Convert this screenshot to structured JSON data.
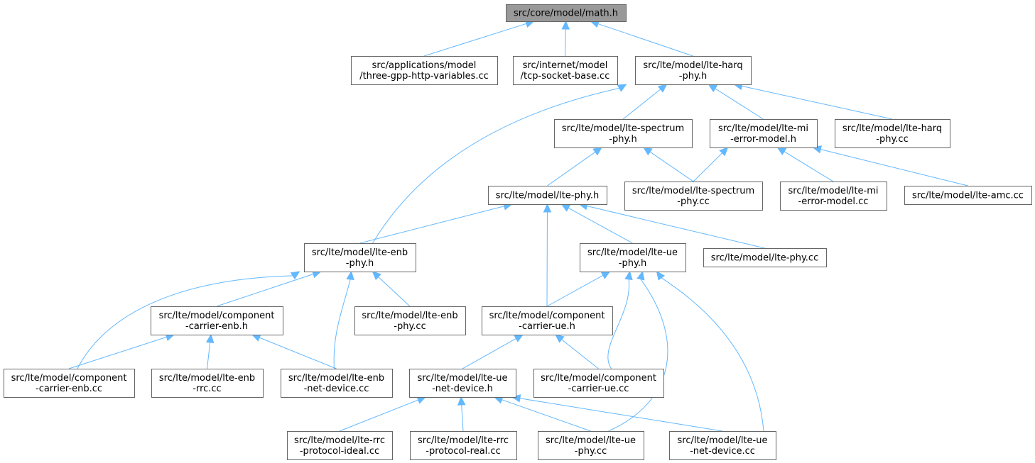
{
  "colors": {
    "edge": "#63b8ff",
    "node_border": "#666666",
    "root_fill": "#999999",
    "node_fill": "#ffffff",
    "text": "#000000"
  },
  "graph": {
    "root": "n0",
    "nodes": [
      {
        "id": "n0",
        "lines": [
          "src/core/model/math.h"
        ],
        "root": true
      },
      {
        "id": "n1",
        "lines": [
          "src/applications/model",
          "/three-gpp-http-variables.cc"
        ]
      },
      {
        "id": "n2",
        "lines": [
          "src/internet/model",
          "/tcp-socket-base.cc"
        ]
      },
      {
        "id": "n3",
        "lines": [
          "src/lte/model/lte-harq",
          "-phy.h"
        ]
      },
      {
        "id": "n4",
        "lines": [
          "src/lte/model/lte-spectrum",
          "-phy.h"
        ]
      },
      {
        "id": "n5",
        "lines": [
          "src/lte/model/lte-mi",
          "-error-model.h"
        ]
      },
      {
        "id": "n6",
        "lines": [
          "src/lte/model/lte-harq",
          "-phy.cc"
        ]
      },
      {
        "id": "n7",
        "lines": [
          "src/lte/model/lte-phy.h"
        ]
      },
      {
        "id": "n8",
        "lines": [
          "src/lte/model/lte-spectrum",
          "-phy.cc"
        ]
      },
      {
        "id": "n9",
        "lines": [
          "src/lte/model/lte-mi",
          "-error-model.cc"
        ]
      },
      {
        "id": "n10",
        "lines": [
          "src/lte/model/lte-amc.cc"
        ]
      },
      {
        "id": "n11",
        "lines": [
          "src/lte/model/lte-enb",
          "-phy.h"
        ]
      },
      {
        "id": "n12",
        "lines": [
          "src/lte/model/lte-ue",
          "-phy.h"
        ]
      },
      {
        "id": "n13",
        "lines": [
          "src/lte/model/lte-phy.cc"
        ]
      },
      {
        "id": "n14",
        "lines": [
          "src/lte/model/component",
          "-carrier-enb.h"
        ]
      },
      {
        "id": "n15",
        "lines": [
          "src/lte/model/lte-enb",
          "-phy.cc"
        ]
      },
      {
        "id": "n16",
        "lines": [
          "src/lte/model/component",
          "-carrier-ue.h"
        ]
      },
      {
        "id": "n17",
        "lines": [
          "src/lte/model/component",
          "-carrier-enb.cc"
        ]
      },
      {
        "id": "n18",
        "lines": [
          "src/lte/model/lte-enb",
          "-rrc.cc"
        ]
      },
      {
        "id": "n19",
        "lines": [
          "src/lte/model/lte-enb",
          "-net-device.cc"
        ]
      },
      {
        "id": "n20",
        "lines": [
          "src/lte/model/lte-ue",
          "-net-device.h"
        ]
      },
      {
        "id": "n21",
        "lines": [
          "src/lte/model/component",
          "-carrier-ue.cc"
        ]
      },
      {
        "id": "n22",
        "lines": [
          "src/lte/model/lte-rrc",
          "-protocol-ideal.cc"
        ]
      },
      {
        "id": "n23",
        "lines": [
          "src/lte/model/lte-rrc",
          "-protocol-real.cc"
        ]
      },
      {
        "id": "n24",
        "lines": [
          "src/lte/model/lte-ue",
          "-phy.cc"
        ]
      },
      {
        "id": "n25",
        "lines": [
          "src/lte/model/lte-ue",
          "-net-device.cc"
        ]
      }
    ],
    "edges": [
      {
        "from": "n1",
        "to": "n0"
      },
      {
        "from": "n2",
        "to": "n0"
      },
      {
        "from": "n3",
        "to": "n0"
      },
      {
        "from": "n11",
        "to": "n3"
      },
      {
        "from": "n4",
        "to": "n3"
      },
      {
        "from": "n5",
        "to": "n3"
      },
      {
        "from": "n6",
        "to": "n3"
      },
      {
        "from": "n7",
        "to": "n4"
      },
      {
        "from": "n8",
        "to": "n4"
      },
      {
        "from": "n8",
        "to": "n5"
      },
      {
        "from": "n9",
        "to": "n5"
      },
      {
        "from": "n10",
        "to": "n5"
      },
      {
        "from": "n11",
        "to": "n7"
      },
      {
        "from": "n16",
        "to": "n7"
      },
      {
        "from": "n12",
        "to": "n7"
      },
      {
        "from": "n13",
        "to": "n7"
      },
      {
        "from": "n17",
        "to": "n11"
      },
      {
        "from": "n14",
        "to": "n11"
      },
      {
        "from": "n19",
        "to": "n11"
      },
      {
        "from": "n15",
        "to": "n11"
      },
      {
        "from": "n16",
        "to": "n12"
      },
      {
        "from": "n21",
        "to": "n12"
      },
      {
        "from": "n24",
        "to": "n12"
      },
      {
        "from": "n25",
        "to": "n12"
      },
      {
        "from": "n17",
        "to": "n14"
      },
      {
        "from": "n18",
        "to": "n14"
      },
      {
        "from": "n19",
        "to": "n14"
      },
      {
        "from": "n20",
        "to": "n16"
      },
      {
        "from": "n21",
        "to": "n16"
      },
      {
        "from": "n22",
        "to": "n20"
      },
      {
        "from": "n23",
        "to": "n20"
      },
      {
        "from": "n24",
        "to": "n20"
      },
      {
        "from": "n25",
        "to": "n20"
      }
    ]
  }
}
